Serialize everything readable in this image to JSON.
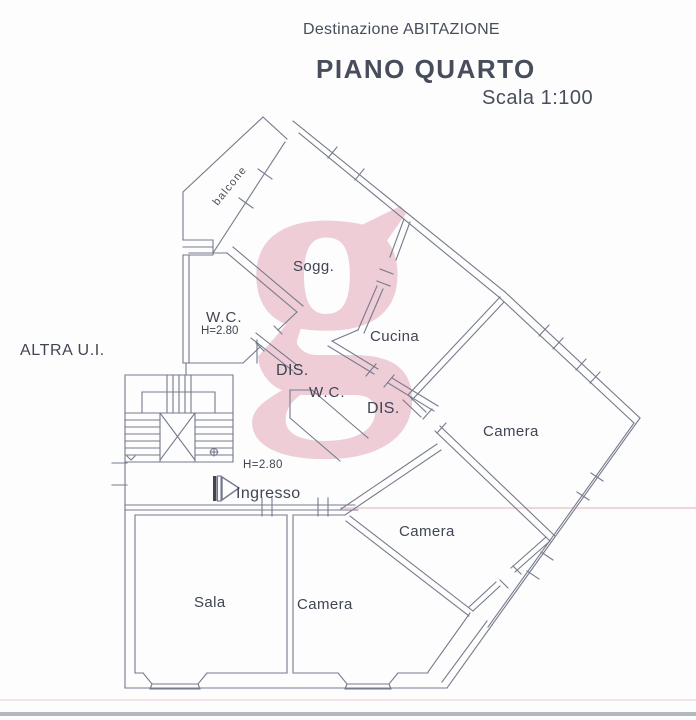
{
  "header": {
    "destination_label": "Destinazione ABITAZIONE",
    "floor_title": "PIANO QUARTO",
    "scale_label": "Scala 1:100"
  },
  "plan": {
    "altra_ui_label": "ALTRA U.I.",
    "balcony_label": "balcone",
    "rooms": {
      "soggiorno": "Sogg.",
      "wc_top": "W.C.",
      "wc_top_height": "H=2.80",
      "cucina": "Cucina",
      "dis_1": "DIS.",
      "wc_mid": "W.C.",
      "dis_2": "DIS.",
      "camera_east": "Camera",
      "camera_mid": "Camera",
      "camera_south": "Camera",
      "sala": "Sala",
      "ingresso": "Ingresso",
      "ingresso_height": "H=2.80"
    },
    "watermark_glyph": "g"
  },
  "colors": {
    "wall_line": "#757a8c",
    "label_text": "#3f4553",
    "watermark_pink": "#eecdd7"
  }
}
